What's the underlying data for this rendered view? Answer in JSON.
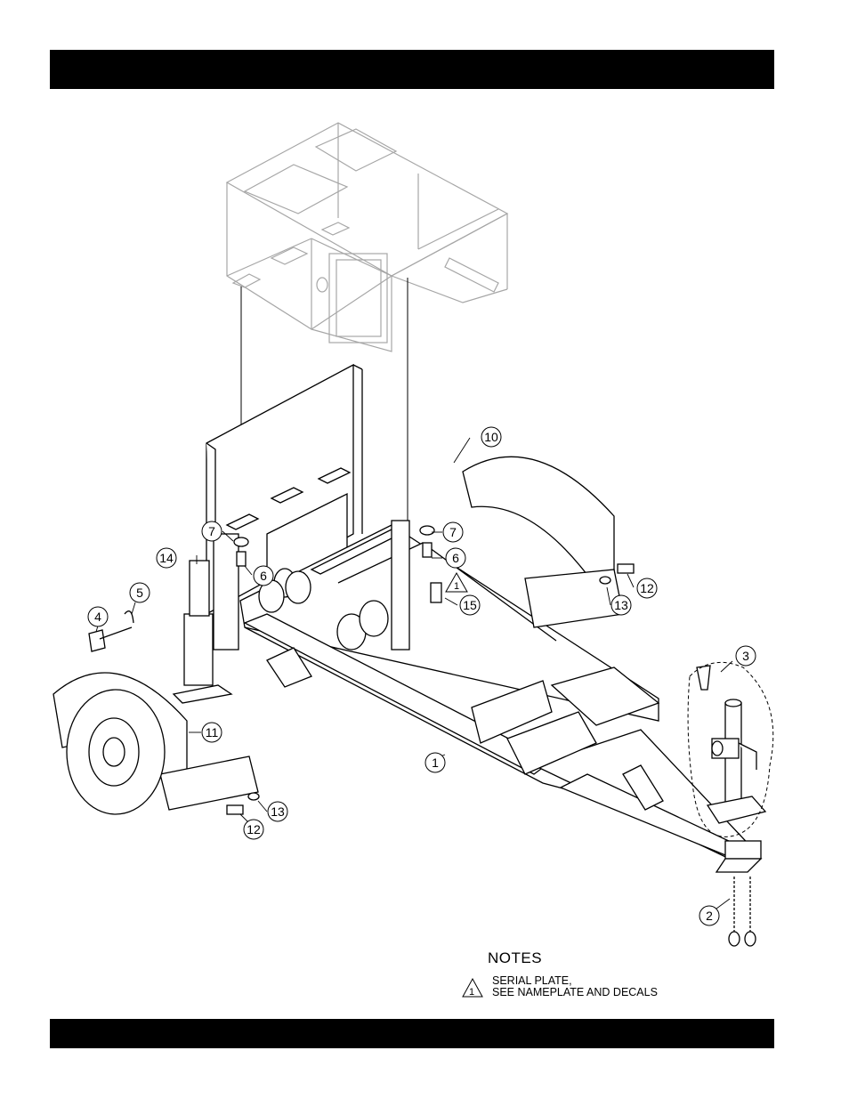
{
  "callouts": [
    "1",
    "2",
    "3",
    "4",
    "5",
    "6",
    "6",
    "7",
    "7",
    "10",
    "11",
    "12",
    "12",
    "13",
    "13",
    "14",
    "15"
  ],
  "notes": {
    "title": "NOTES",
    "items": [
      {
        "marker": "1",
        "line1": "SERIAL PLATE,",
        "line2": "SEE NAMEPLATE AND DECALS"
      }
    ]
  },
  "colors": {
    "bar": "#000000",
    "ghost": "#9a9a9a",
    "line": "#000000"
  }
}
